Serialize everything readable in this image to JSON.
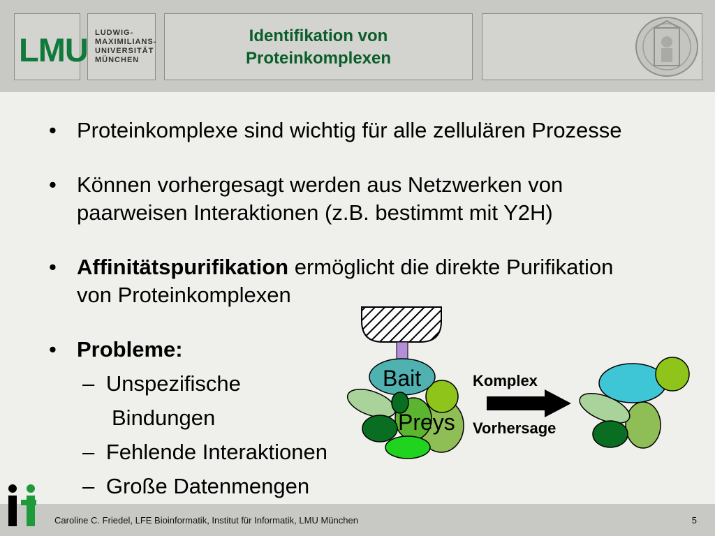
{
  "header": {
    "logo_mark": "LMU",
    "logo_words": [
      "LUDWIG-",
      "MAXIMILIANS-",
      "UNIVERSITÄT",
      "MÜNCHEN"
    ],
    "title_line1": "Identifikation von",
    "title_line2": "Proteinkomplexen"
  },
  "bullets": [
    {
      "text": "Proteinkomplexe sind wichtig für alle zellulären Prozesse"
    },
    {
      "line1": "Können vorhergesagt werden aus Netzwerken von",
      "line2": "paarweisen Interaktionen (z.B. bestimmt mit Y2H)"
    },
    {
      "bold": "Affinitätspurifikation",
      "rest": " ermöglicht die direkte Purifikation",
      "line2": "von Proteinkomplexen"
    },
    {
      "bold": "Probleme:"
    }
  ],
  "sub_bullets": [
    {
      "dash": "–",
      "line1": "Unspezifische",
      "line2": "Bindungen"
    },
    {
      "dash": "–",
      "text": "Fehlende Interaktionen"
    },
    {
      "dash": "–",
      "text": "Große Datenmengen"
    }
  ],
  "diagram": {
    "bait_label": "Bait",
    "preys_label": "Preys",
    "arrow_top": "Komplex",
    "arrow_bottom": "Vorhersage",
    "colors": {
      "bait": "#4fb1b0",
      "complex_bait": "#3ec5d6",
      "stem": "#b48fd8",
      "lime": "#8fc41a",
      "pale": "#a9d39a",
      "dark_green": "#0a6e22",
      "bright_green": "#1fd31f",
      "mid_green": "#5cb531",
      "olive": "#8fbe56"
    }
  },
  "footer": {
    "text": "Caroline C. Friedel, LFE Bioinformatik, Institut für Informatik, LMU München",
    "page": "5"
  }
}
